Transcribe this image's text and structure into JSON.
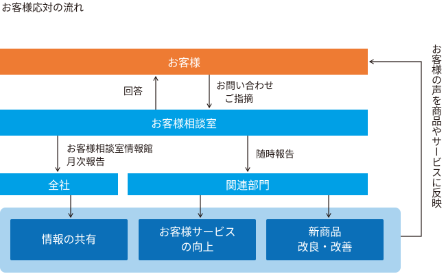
{
  "title": "お客様応対の流れ",
  "nodes": {
    "customer": "お客様",
    "consultation": "お客様相談室",
    "company": "全社",
    "related": "関連部門"
  },
  "results": [
    {
      "line1": "情報の共有",
      "line2": ""
    },
    {
      "line1": "お客様サービス",
      "line2": "の向上"
    },
    {
      "line1": "新商品",
      "line2": "改良・改善"
    }
  ],
  "labels": {
    "answer": "回答",
    "inquiry_line1": "お問い合わせ",
    "inquiry_line2": "ご指摘",
    "report_line1": "お客様相談室情報館",
    "report_line2": "月次報告",
    "adhoc": "随時報告",
    "feedback": "お客様の声を商品やサービスに反映"
  },
  "colors": {
    "customer": "#ee7b33",
    "department": "#00a0e6",
    "result": "#0b6fb8",
    "panel": "#aad3ef",
    "line": "#231815"
  }
}
